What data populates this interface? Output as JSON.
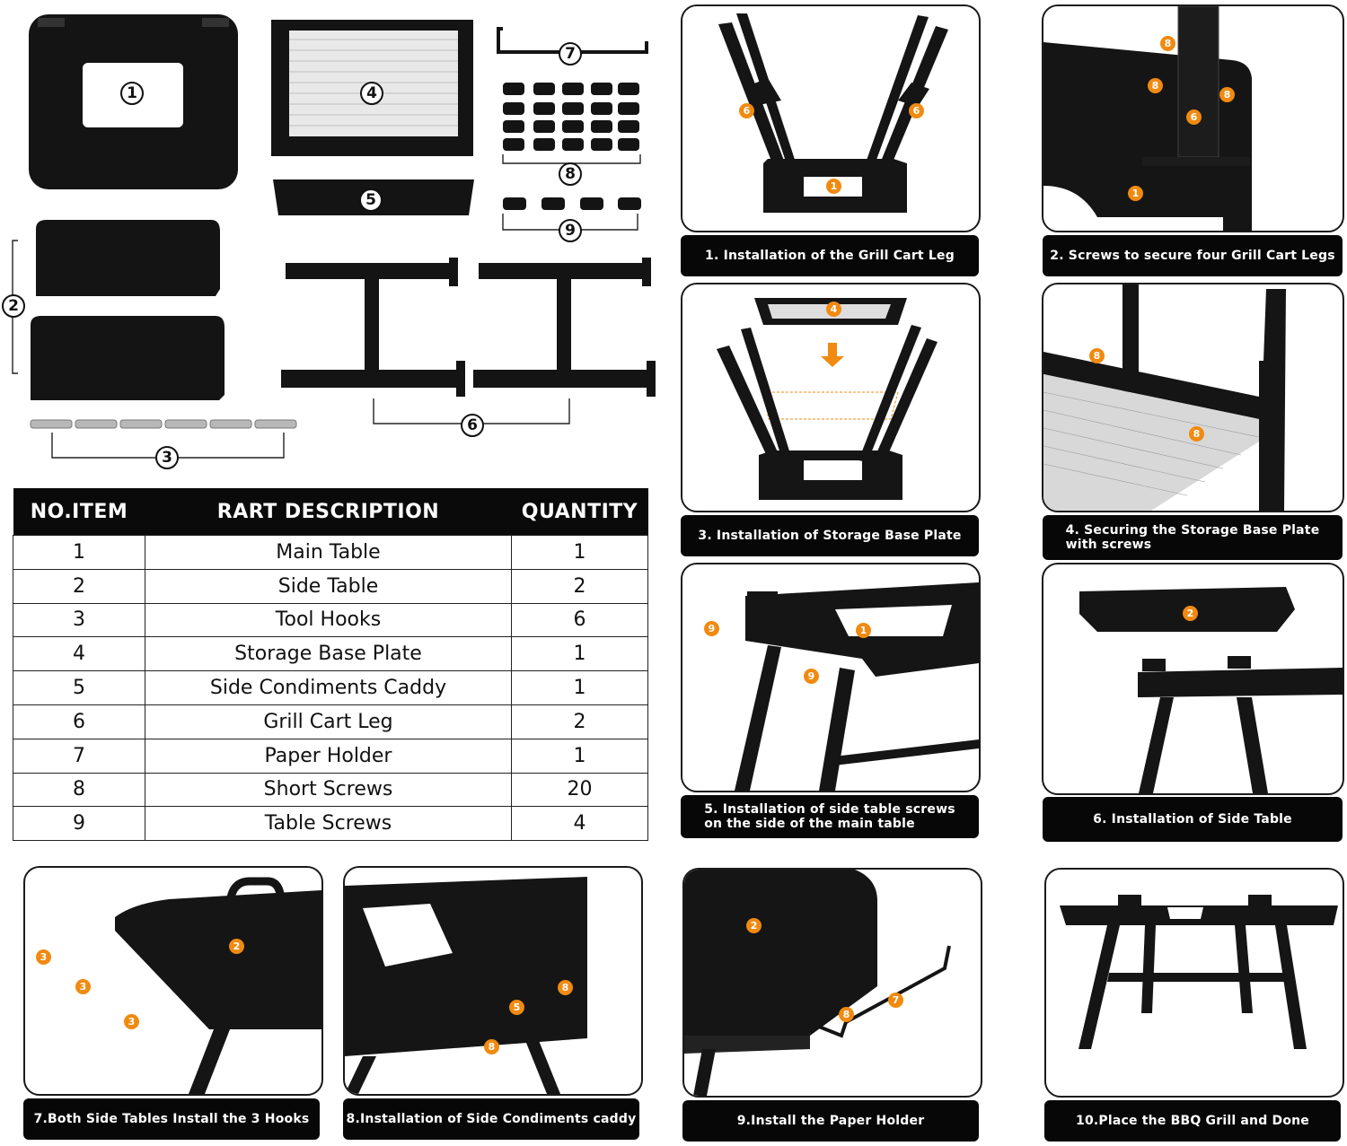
{
  "parts_overview": {
    "labels": [
      "1",
      "2",
      "3",
      "4",
      "5",
      "6",
      "7",
      "8",
      "9"
    ]
  },
  "parts_table": {
    "headers": [
      "NO.ITEM",
      "RART DESCRIPTION",
      "QUANTITY"
    ],
    "rows": [
      {
        "no": "1",
        "desc": "Main Table",
        "qty": "1"
      },
      {
        "no": "2",
        "desc": "Side Table",
        "qty": "2"
      },
      {
        "no": "3",
        "desc": "Tool Hooks",
        "qty": "6"
      },
      {
        "no": "4",
        "desc": "Storage Base Plate",
        "qty": "1"
      },
      {
        "no": "5",
        "desc": "Side Condiments Caddy",
        "qty": "1"
      },
      {
        "no": "6",
        "desc": "Grill Cart Leg",
        "qty": "2"
      },
      {
        "no": "7",
        "desc": "Paper Holder",
        "qty": "1"
      },
      {
        "no": "8",
        "desc": "Short Screws",
        "qty": "20"
      },
      {
        "no": "9",
        "desc": "Table Screws",
        "qty": "4"
      }
    ]
  },
  "steps": [
    {
      "caption": "1. Installation of the Grill Cart Leg",
      "markers": [
        "6",
        "6",
        "1"
      ]
    },
    {
      "caption": "2. Screws to secure four Grill Cart Legs",
      "markers": [
        "8",
        "8",
        "8",
        "6",
        "1"
      ]
    },
    {
      "caption": "3. Installation of Storage Base Plate",
      "markers": [
        "4"
      ]
    },
    {
      "caption": "4. Securing the Storage Base Plate\n    with screws",
      "markers": [
        "8",
        "8"
      ]
    },
    {
      "caption": "5.  Installation of side table screws\n      on the side of the main table",
      "markers": [
        "9",
        "9",
        "1"
      ]
    },
    {
      "caption": "6. Installation of Side Table",
      "markers": [
        "2"
      ]
    },
    {
      "caption": "7.Both Side Tables Install the 3 Hooks",
      "markers": [
        "3",
        "3",
        "3",
        "2"
      ]
    },
    {
      "caption": "8.Installation of Side Condiments caddy",
      "markers": [
        "8",
        "5",
        "8"
      ]
    },
    {
      "caption": "9.Install the Paper Holder",
      "markers": [
        "2",
        "8",
        "7"
      ]
    },
    {
      "caption": "10.Place the BBQ Grill and Done",
      "markers": []
    }
  ],
  "colors": {
    "accent": "#f08a10",
    "caption_bg": "#070707",
    "part_fill": "#141414"
  }
}
